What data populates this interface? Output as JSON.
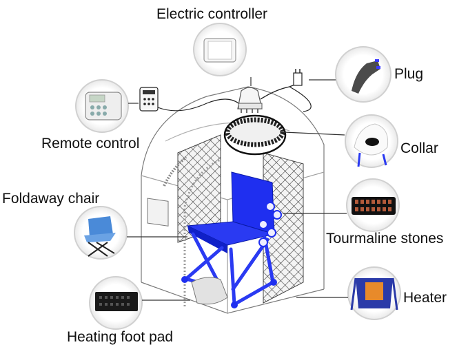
{
  "labels": {
    "electric_controller": "Electric controller",
    "plug": "Plug",
    "remote_control": "Remote control",
    "collar": "Collar",
    "foldaway_chair": "Foldaway chair",
    "tourmaline_stones": "Tourmaline stones",
    "heater": "Heater",
    "heating_foot_pad": "Heating foot pad"
  },
  "colors": {
    "chair_blue": "#1f2ff0",
    "leader_line": "#333333",
    "tent_outline": "#6a6a6a",
    "heater_panel": "#2a3aa8",
    "callout_circle": "#d8d8d8"
  }
}
